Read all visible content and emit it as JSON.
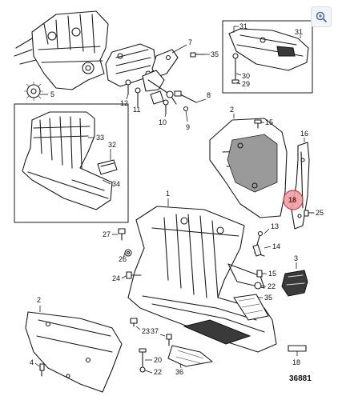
{
  "figure_number": "36881",
  "zoom_icon": "zoom-in-icon",
  "highlight_color": "#e9a0a6",
  "callouts": {
    "c1": "1",
    "c2a": "2",
    "c2b": "2",
    "c3": "3",
    "c4": "4",
    "c5": "5",
    "c8": "8",
    "c9": "9",
    "c10": "10",
    "c11": "11",
    "c12": "12",
    "c13": "13",
    "c14": "14",
    "c15": "15",
    "c16": "16",
    "c18a": "18",
    "c18b": "18",
    "c20": "20",
    "c22": "22",
    "c23": "23",
    "c24": "24",
    "c25": "25",
    "c26": "26",
    "c27": "27",
    "c29": "29",
    "c30": "30",
    "c31a": "31",
    "c31b": "31",
    "c32": "32",
    "c33": "33",
    "c34": "34",
    "c35": "35",
    "c36": "36",
    "c37": "37",
    "c7": "7"
  }
}
